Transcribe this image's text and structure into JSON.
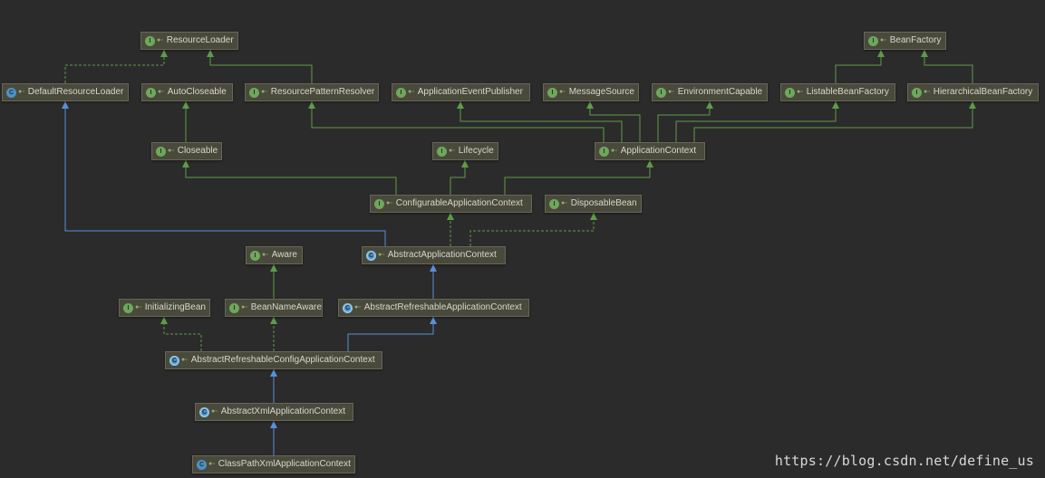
{
  "nodes": {
    "ResourceLoader": {
      "label": "ResourceLoader",
      "kind": "interface",
      "badge": "I"
    },
    "BeanFactory": {
      "label": "BeanFactory",
      "kind": "interface",
      "badge": "I"
    },
    "DefaultResourceLoader": {
      "label": "DefaultResourceLoader",
      "kind": "class",
      "badge": "C"
    },
    "AutoCloseable": {
      "label": "AutoCloseable",
      "kind": "interface",
      "badge": "I"
    },
    "ResourcePatternResolver": {
      "label": "ResourcePatternResolver",
      "kind": "interface",
      "badge": "I"
    },
    "ApplicationEventPublisher": {
      "label": "ApplicationEventPublisher",
      "kind": "interface",
      "badge": "I"
    },
    "MessageSource": {
      "label": "MessageSource",
      "kind": "interface",
      "badge": "I"
    },
    "EnvironmentCapable": {
      "label": "EnvironmentCapable",
      "kind": "interface",
      "badge": "I"
    },
    "ListableBeanFactory": {
      "label": "ListableBeanFactory",
      "kind": "interface",
      "badge": "I"
    },
    "HierarchicalBeanFactory": {
      "label": "HierarchicalBeanFactory",
      "kind": "interface",
      "badge": "I"
    },
    "Closeable": {
      "label": "Closeable",
      "kind": "interface",
      "badge": "I"
    },
    "Lifecycle": {
      "label": "Lifecycle",
      "kind": "interface",
      "badge": "I"
    },
    "ApplicationContext": {
      "label": "ApplicationContext",
      "kind": "interface",
      "badge": "I"
    },
    "ConfigurableApplicationContext": {
      "label": "ConfigurableApplicationContext",
      "kind": "interface",
      "badge": "I"
    },
    "DisposableBean": {
      "label": "DisposableBean",
      "kind": "interface",
      "badge": "I"
    },
    "Aware": {
      "label": "Aware",
      "kind": "interface",
      "badge": "I"
    },
    "AbstractApplicationContext": {
      "label": "AbstractApplicationContext",
      "kind": "abstract",
      "badge": "C"
    },
    "InitializingBean": {
      "label": "InitializingBean",
      "kind": "interface",
      "badge": "I"
    },
    "BeanNameAware": {
      "label": "BeanNameAware",
      "kind": "interface",
      "badge": "I"
    },
    "AbstractRefreshableApplicationContext": {
      "label": "AbstractRefreshableApplicationContext",
      "kind": "abstract",
      "badge": "C"
    },
    "AbstractRefreshableConfigApplicationContext": {
      "label": "AbstractRefreshableConfigApplicationContext",
      "kind": "abstract",
      "badge": "C"
    },
    "AbstractXmlApplicationContext": {
      "label": "AbstractXmlApplicationContext",
      "kind": "abstract",
      "badge": "C"
    },
    "ClassPathXmlApplicationContext": {
      "label": "ClassPathXmlApplicationContext",
      "kind": "class",
      "badge": "C"
    }
  },
  "edges": [
    {
      "from": "DefaultResourceLoader",
      "to": "ResourceLoader",
      "type": "implements"
    },
    {
      "from": "ResourcePatternResolver",
      "to": "ResourceLoader",
      "type": "extends-interface"
    },
    {
      "from": "ListableBeanFactory",
      "to": "BeanFactory",
      "type": "extends-interface"
    },
    {
      "from": "HierarchicalBeanFactory",
      "to": "BeanFactory",
      "type": "extends-interface"
    },
    {
      "from": "Closeable",
      "to": "AutoCloseable",
      "type": "extends-interface"
    },
    {
      "from": "ApplicationContext",
      "to": "ResourcePatternResolver",
      "type": "extends-interface"
    },
    {
      "from": "ApplicationContext",
      "to": "ApplicationEventPublisher",
      "type": "extends-interface"
    },
    {
      "from": "ApplicationContext",
      "to": "MessageSource",
      "type": "extends-interface"
    },
    {
      "from": "ApplicationContext",
      "to": "EnvironmentCapable",
      "type": "extends-interface"
    },
    {
      "from": "ApplicationContext",
      "to": "ListableBeanFactory",
      "type": "extends-interface"
    },
    {
      "from": "ApplicationContext",
      "to": "HierarchicalBeanFactory",
      "type": "extends-interface"
    },
    {
      "from": "ConfigurableApplicationContext",
      "to": "Closeable",
      "type": "extends-interface"
    },
    {
      "from": "ConfigurableApplicationContext",
      "to": "Lifecycle",
      "type": "extends-interface"
    },
    {
      "from": "ConfigurableApplicationContext",
      "to": "ApplicationContext",
      "type": "extends-interface"
    },
    {
      "from": "AbstractApplicationContext",
      "to": "DefaultResourceLoader",
      "type": "extends-class"
    },
    {
      "from": "AbstractApplicationContext",
      "to": "ConfigurableApplicationContext",
      "type": "implements"
    },
    {
      "from": "AbstractApplicationContext",
      "to": "DisposableBean",
      "type": "implements"
    },
    {
      "from": "BeanNameAware",
      "to": "Aware",
      "type": "extends-interface"
    },
    {
      "from": "AbstractRefreshableApplicationContext",
      "to": "AbstractApplicationContext",
      "type": "extends-class"
    },
    {
      "from": "AbstractRefreshableConfigApplicationContext",
      "to": "InitializingBean",
      "type": "implements"
    },
    {
      "from": "AbstractRefreshableConfigApplicationContext",
      "to": "BeanNameAware",
      "type": "implements"
    },
    {
      "from": "AbstractRefreshableConfigApplicationContext",
      "to": "AbstractRefreshableApplicationContext",
      "type": "extends-class"
    },
    {
      "from": "AbstractXmlApplicationContext",
      "to": "AbstractRefreshableConfigApplicationContext",
      "type": "extends-class"
    },
    {
      "from": "ClassPathXmlApplicationContext",
      "to": "AbstractXmlApplicationContext",
      "type": "extends-class"
    }
  ],
  "colors": {
    "background": "#2b2b2b",
    "interface_edge": "#5f9b4a",
    "class_edge": "#5b8fd6",
    "node_fill": "#4a4a3c",
    "node_text": "#d6d6cc"
  },
  "watermark": "https://blog.csdn.net/define_us"
}
